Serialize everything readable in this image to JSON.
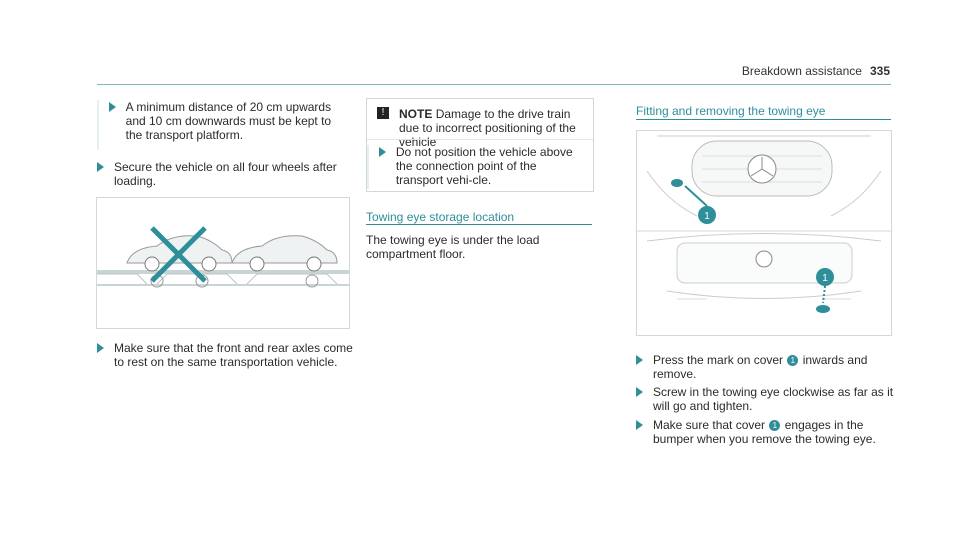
{
  "header": {
    "title": "Breakdown assistance",
    "page": "335"
  },
  "col1": {
    "step1": "A minimum distance of 20 cm upwards and 10 cm downwards must be kept to the transport platform.",
    "step2": "Secure the vehicle on all four wheels after loading.",
    "step3": "Make sure that the front and rear axles come to rest on the same transportation vehicle."
  },
  "col2": {
    "note_icon": "!",
    "note_label": "NOTE",
    "note_text": "Damage to the drive train due to incorrect positioning of the vehicle",
    "note_step": "Do not position the vehicle above the connection point of the transport vehi-cle.",
    "section_title": "Towing eye storage location",
    "section_text": "The towing eye is under the load compartment floor."
  },
  "col3": {
    "section_title": "Fitting and removing the towing eye",
    "callout": "1",
    "step1_a": "Press the mark on cover",
    "step1_b": "inwards and remove.",
    "step2": "Screw in the towing eye clockwise as far as it will go and tighten.",
    "step3_a": "Make sure that cover",
    "step3_b": "engages in the bumper when you remove the towing eye."
  },
  "colors": {
    "accent": "#2e8f9a",
    "cross": "#2e8f9a"
  }
}
